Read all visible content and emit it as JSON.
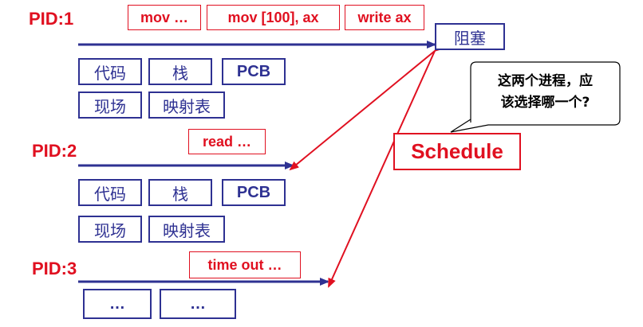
{
  "processes": [
    {
      "pid_label": "PID:1",
      "instructions": [
        "mov …",
        "mov [100], ax",
        "write ax"
      ],
      "boxes": [
        "代码",
        "栈",
        "PCB",
        "现场",
        "映射表"
      ]
    },
    {
      "pid_label": "PID:2",
      "instructions": [
        "read …"
      ],
      "boxes": [
        "代码",
        "栈",
        "PCB",
        "现场",
        "映射表"
      ]
    },
    {
      "pid_label": "PID:3",
      "instructions": [
        "time out …"
      ],
      "boxes": [
        "…",
        "…"
      ]
    }
  ],
  "blocked_label": "阻塞",
  "schedule_label": "Schedule",
  "callout": {
    "line1": "这两个进程，应",
    "line2": "该选择哪一个?"
  },
  "colors": {
    "red": "#e01020",
    "blue": "#2e3192"
  }
}
